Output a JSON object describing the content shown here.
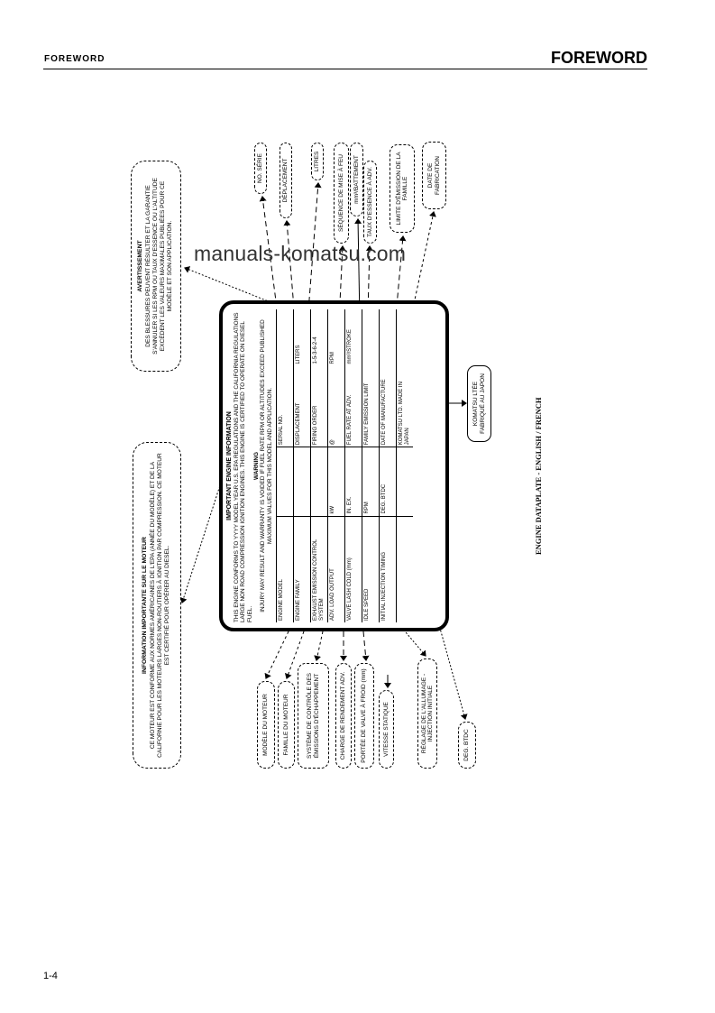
{
  "header": {
    "left_title": "FOREWORD",
    "right_title": "FOREWORD"
  },
  "footer": {
    "page_number": "1-4"
  },
  "watermark": "manuals-komatsu.com",
  "caption": "ENGINE DATAPLATE - ENGLISH / FRENCH",
  "dataplate": {
    "title": "IMPORTANT ENGINE INFORMATION",
    "intro": "THIS ENGINE CONFORMS TO YYYY MODEL YEAR U.S. EPA REGULATIONS AND THE CALIFORNIA REGULATIONS LARGE NON ROAD COMPRESSION IGNITION ENGINES. THIS ENGINE IS CERTIFIED TO OPERATE ON DIESEL FUEL.",
    "warning_heading": "WARNING",
    "warning": "INJURY MAY RESULT AND WARRANTY IS VOIDED IF FUEL RATE RPM OR ALTITUDES EXCEED PUBLISHED MAXIMUM VALUES FOR THIS MODEL AND APPLICATION.",
    "rows": [
      {
        "label": "ENGINE MODEL",
        "mid": "",
        "right": "SERIAL NO.",
        "right_value": ""
      },
      {
        "label": "ENGINE FAMILY",
        "mid": "",
        "right": "DISPLACEMENT",
        "right_value": "LITERS"
      },
      {
        "label": "EXHAUST EMISSION CONTROL SYSTEM",
        "mid": "",
        "right": "FIRING ORDER",
        "right_value": "1-5-3-6-2-4"
      },
      {
        "label": "ADV. LOAD OUTPUT",
        "mid": "kW",
        "right": "@",
        "right_value": "RPM"
      },
      {
        "label": "VALVE LASH COLD (mm)",
        "mid": "IN.        EX.",
        "right": "FUEL RATE AT ADV.",
        "right_value": "mm³/STROKE"
      },
      {
        "label": "IDLE SPEED",
        "mid": "RPM",
        "right": "FAMILY EMISSION LIMIT",
        "right_value": ""
      },
      {
        "label": "INITIAL INJECTION TIMING",
        "mid": "DEG. BTDC",
        "right": "DATE OF MANUFACTURE",
        "right_value": ""
      },
      {
        "label": "",
        "mid": "",
        "right": "KOMATSU LTD. MADE IN JAPAN",
        "right_value": ""
      }
    ]
  },
  "notes": {
    "warning_fr_title": "AVERTISSEMENT",
    "warning_fr": "DES BLESSURES PEUVENT RÉSULTER ET LA GARANTIE S'ANNULER SI LES RPM OU TAUX D'ESSENCE OU L'ALTITUDE EXCÈDENT LES VALEURS MAXIMALES PUBLIÉES POUR CE MODÈLE ET SON APPLICATION.",
    "info_fr_title": "INFORMATION IMPORTANTE SUR LE MOTEUR",
    "info_fr": "CE MOTEUR EST CONFORME AUX NORMES AMÉRICAINES DE L'EPA (ANNÉE DU MODÈLE) ET DE LA CALIFORNIE POUR LES MOTEURS LARGES NON-ROUTIERS À IGNITION PAR COMPRESSION. CE MOTEUR EST CERTIFIÉ POUR OPÉRER AU DIESEL."
  },
  "labels_fr_top": [
    "NO. SÉRIE",
    "DÉPLACEMENT",
    "LITRES",
    "SÉQUENCE DE MISE À FEU",
    "mm³/BATTEMENT",
    "TAUX D'ESSENCE À ADV.",
    "LIMITE D'ÉMISSION DE LA FAMILLE",
    "DATE DE FABRICATION"
  ],
  "labels_fr_bottom": [
    "MODÈLE DU MOTEUR",
    "FAMILLE DU MOTEUR",
    "SYSTÈME DE CONTRÔLE DES ÉMISSIONS D'ÉCHAPPEMENT",
    "CHARGE DE RENDEMENT ADV.",
    "PORTÉE DE VALVE À FROID (mm)",
    "VITESSE STATIQUE",
    "RÉGLAGE DE L'ALLUMAGE - INJECTION INITIALE",
    "DEG. BTDC"
  ],
  "label_fr_maker": "KOMATSU LTÉE FABRIQUÉ AU JAPON"
}
